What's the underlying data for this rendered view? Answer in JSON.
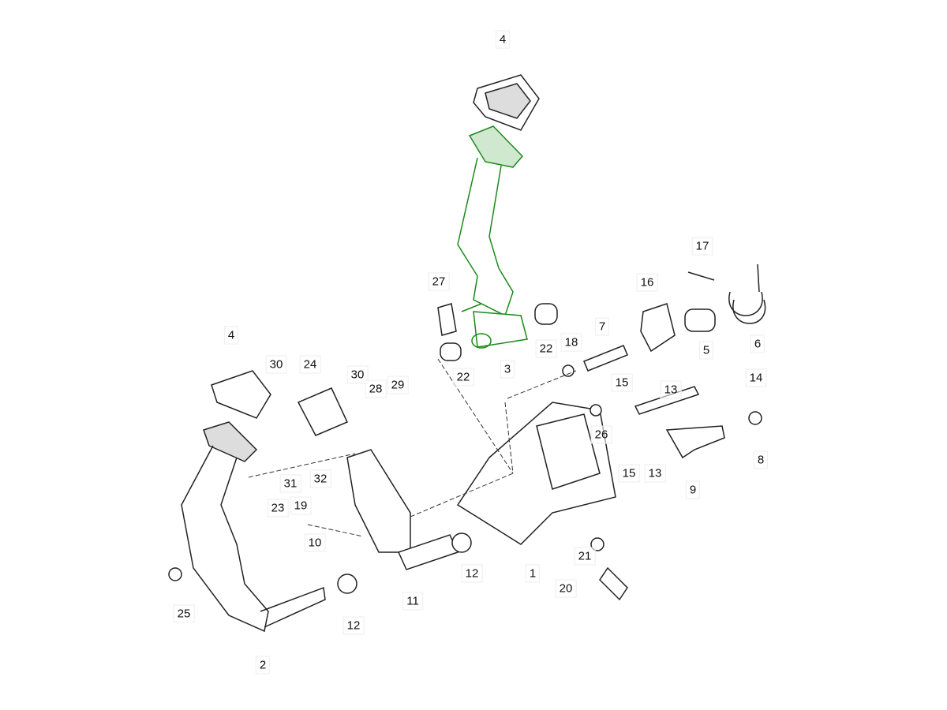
{
  "diagram": {
    "highlight_color": "#1a8a1a",
    "line_color": "#222222",
    "parts": [
      {
        "id": "p4a",
        "label": "4"
      },
      {
        "id": "p4b",
        "label": "4"
      },
      {
        "id": "p27",
        "label": "27"
      },
      {
        "id": "p22a",
        "label": "22"
      },
      {
        "id": "p22b",
        "label": "22"
      },
      {
        "id": "p3",
        "label": "3"
      },
      {
        "id": "p7",
        "label": "7"
      },
      {
        "id": "p18",
        "label": "18"
      },
      {
        "id": "p16",
        "label": "16"
      },
      {
        "id": "p17",
        "label": "17"
      },
      {
        "id": "p5",
        "label": "5"
      },
      {
        "id": "p6",
        "label": "6"
      },
      {
        "id": "p14",
        "label": "14"
      },
      {
        "id": "p13a",
        "label": "13"
      },
      {
        "id": "p15a",
        "label": "15"
      },
      {
        "id": "p26",
        "label": "26"
      },
      {
        "id": "p15b",
        "label": "15"
      },
      {
        "id": "p13b",
        "label": "13"
      },
      {
        "id": "p8",
        "label": "8"
      },
      {
        "id": "p9",
        "label": "9"
      },
      {
        "id": "p30a",
        "label": "30"
      },
      {
        "id": "p24",
        "label": "24"
      },
      {
        "id": "p30b",
        "label": "30"
      },
      {
        "id": "p28",
        "label": "28"
      },
      {
        "id": "p29",
        "label": "29"
      },
      {
        "id": "p31",
        "label": "31"
      },
      {
        "id": "p32",
        "label": "32"
      },
      {
        "id": "p23",
        "label": "23"
      },
      {
        "id": "p19",
        "label": "19"
      },
      {
        "id": "p10",
        "label": "10"
      },
      {
        "id": "p25",
        "label": "25"
      },
      {
        "id": "p2",
        "label": "2"
      },
      {
        "id": "p12a",
        "label": "12"
      },
      {
        "id": "p11",
        "label": "11"
      },
      {
        "id": "p12b",
        "label": "12"
      },
      {
        "id": "p1",
        "label": "1"
      },
      {
        "id": "p21",
        "label": "21"
      },
      {
        "id": "p20",
        "label": "20"
      }
    ]
  }
}
